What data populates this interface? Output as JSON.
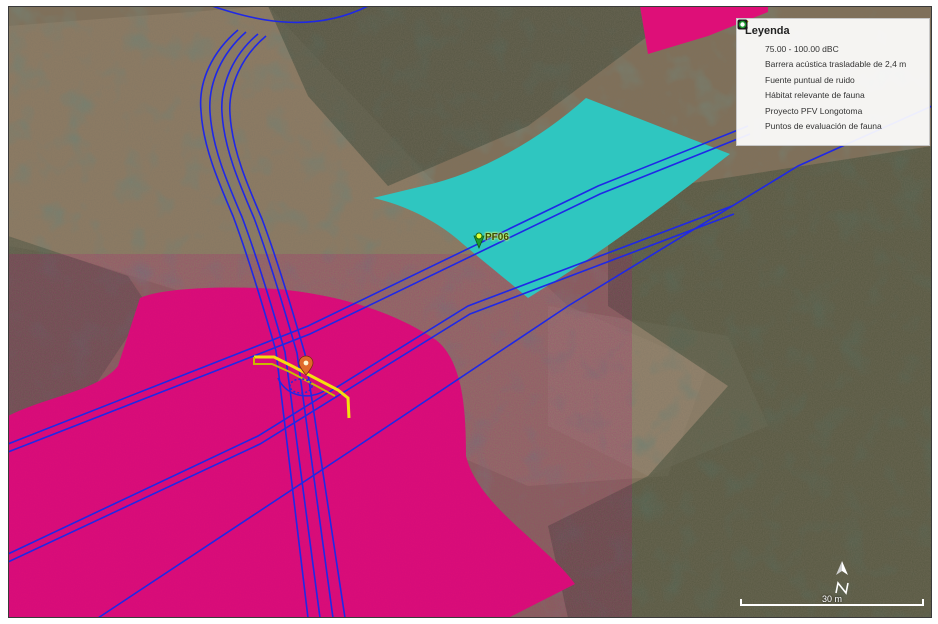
{
  "map": {
    "colors": {
      "noise": "#de0f78",
      "habitat": "#2fc6c0",
      "barrier": "#f3e00e",
      "project": "#1f28e6",
      "ground": "#806f58",
      "vegetation": "#3a4a36"
    },
    "point_label": "PF06",
    "scale_label": "30 m",
    "icons": {
      "compass": "north-arrow-icon",
      "noise_source": "map-pin-icon"
    }
  },
  "legend": {
    "title": "Leyenda",
    "items": [
      {
        "label": "75.00 - 100.00 dBC",
        "symbol": "polygon",
        "color": "#de0f78"
      },
      {
        "label": "Barrera acústica trasladable de 2,4 m",
        "symbol": "barrier",
        "color": "#f3e00e"
      },
      {
        "label": "Fuente puntual de ruido",
        "symbol": "pin",
        "color": "#d8322c"
      },
      {
        "label": "Hábitat relevante de fauna",
        "symbol": "square",
        "color": "#2fc6c0"
      },
      {
        "label": "Proyecto PFV Longotoma",
        "symbol": "dots",
        "color": "#1f28e6"
      },
      {
        "label": "Puntos de evaluación de fauna",
        "symbol": "ring",
        "color": "#1d9b2f"
      }
    ]
  }
}
